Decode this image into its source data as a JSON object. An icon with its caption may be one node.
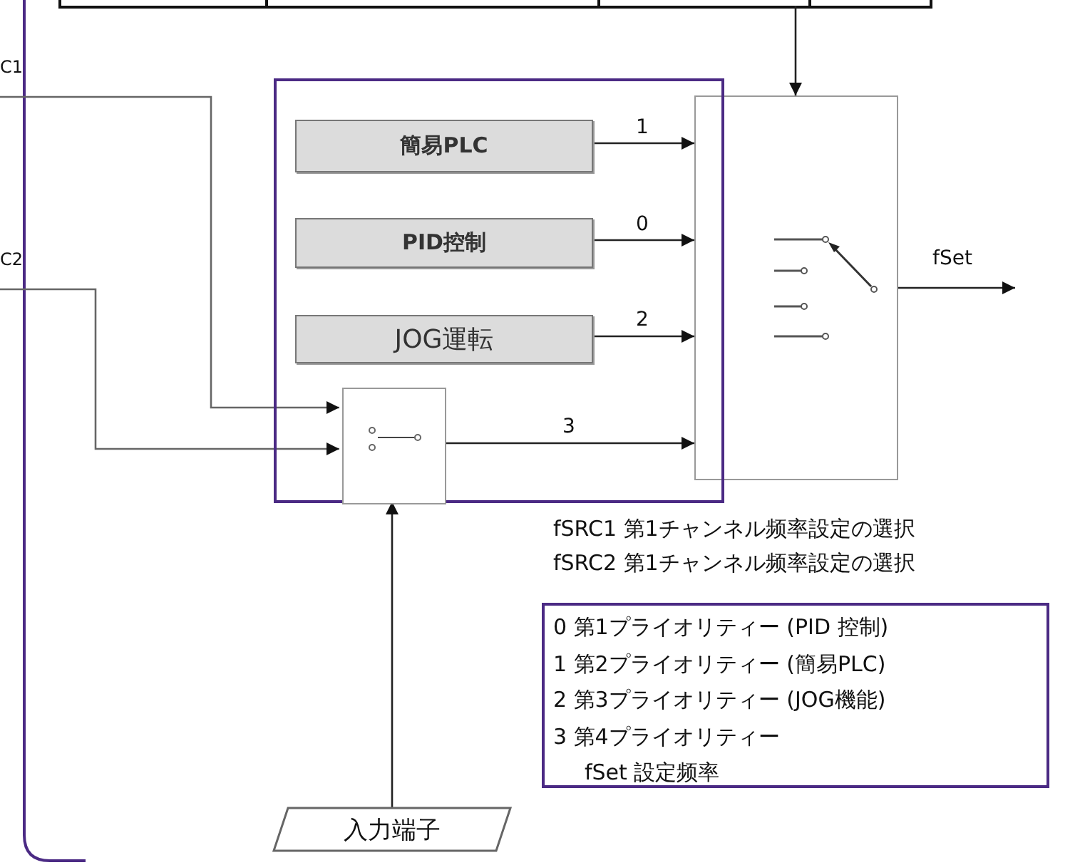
{
  "diagram": {
    "nodes": [
      {
        "text": [],
        "shape": "box"
      },
      {
        "text": [
          "簡易PLC"
        ],
        "in": 0
      },
      {
        "text": [
          "PID控制"
        ],
        "in": 0
      },
      {
        "text": [
          "JOG運転"
        ],
        "in": 0
      },
      {
        "text": [],
        "shape": "box",
        "in": 0
      },
      {
        "text": [],
        "shape": "box"
      },
      {
        "text": [
          "入力端子"
        ]
      },
      {
        "text": [
          "0 第1プライオリティー (PID 控制)",
          "1 第2プライオリティー (簡易PLC)",
          "2 第3プライオリティー (JOG機能)",
          "3 第4プライオリティー",
          "fSet 設定频率"
        ]
      }
    ],
    "edges": [
      {
        "from": null,
        "to": 4,
        "arrow": "to"
      },
      {
        "from": null,
        "to": 4,
        "arrow": "to"
      },
      {
        "from": 1,
        "to": 5,
        "arrow": "to",
        "label": "1"
      },
      {
        "from": 2,
        "to": 5,
        "arrow": "to",
        "label": "0"
      },
      {
        "from": 3,
        "to": 5,
        "arrow": "to",
        "label": "2"
      },
      {
        "from": 4,
        "to": 5,
        "arrow": "to",
        "label": "3"
      },
      {
        "from": 6,
        "to": 4,
        "arrow": "to"
      },
      {
        "from": null,
        "to": 5,
        "arrow": "to"
      },
      {
        "from": 5,
        "to": null,
        "arrow": "to",
        "label": "fSet"
      }
    ],
    "labels": [
      "C1",
      "C2",
      "fSRC1 第1チャンネル频率設定の選択",
      "fSRC2 第1チャンネル频率設定の選択"
    ]
  }
}
